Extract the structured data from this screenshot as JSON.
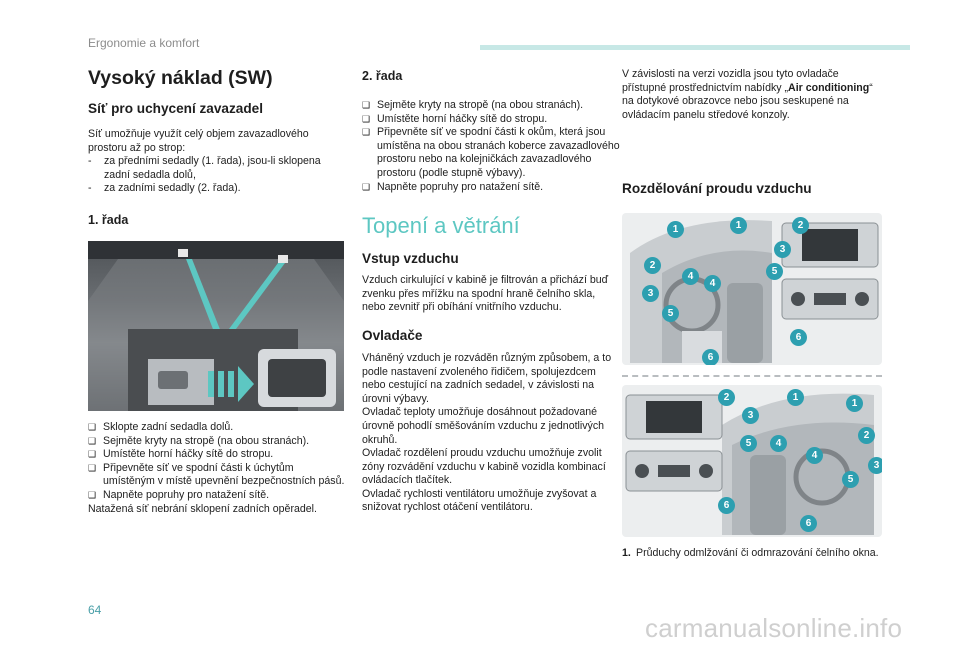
{
  "header": {
    "section": "Ergonomie a komfort"
  },
  "col1": {
    "title": "Vysoký náklad (SW)",
    "subtitle": "Síť pro uchycení zavazadel",
    "intro": "Síť umožňuje využít celý objem zavazadlového prostoru až po strop:",
    "dash_items": [
      "za předními sedadly (1. řada), jsou-li sklopena zadní sedadla dolů,",
      "za zadními sedadly (2. řada)."
    ],
    "row1_heading": "1. řada",
    "row1_steps": [
      "Sklopte zadní sedadla dolů.",
      "Sejměte kryty na stropě (na obou stranách).",
      "Umístěte horní háčky sítě do stropu.",
      "Připevněte síť ve spodní části k úchytům umístěným v místě upevnění bezpečnostních pásů.",
      "Napněte popruhy pro natažení sítě."
    ],
    "row1_note": "Natažená síť nebrání sklopení zadních opěradel."
  },
  "col2": {
    "row2_heading": "2. řada",
    "row2_steps": [
      "Sejměte kryty na stropě (na obou stranách).",
      "Umístěte horní háčky sítě do stropu.",
      "Připevněte síť ve spodní části k okům, která jsou umístěna na obou stranách koberce zavazadlového prostoru nebo na kolejničkách zavazadlového prostoru (podle stupně výbavy).",
      "Napněte popruhy pro natažení sítě."
    ],
    "section_title": "Topení a větrání",
    "air_intake_heading": "Vstup vzduchu",
    "air_intake_text": "Vzduch cirkulující v kabině je filtrován a přichází buď zvenku přes mřížku na spodní hraně čelního skla, nebo zevnitř při obíhání vnitřního vzduchu.",
    "controls_heading": "Ovladače",
    "controls_text": [
      "Vháněný vzduch je rozváděn různým způsobem, a to podle nastavení zvoleného řidičem, spolujezdcem nebo cestující na zadních sedadel, v závislosti na úrovni výbavy.",
      "Ovladač teploty umožňuje dosáhnout požadované úrovně pohodlí směšováním vzduchu z jednotlivých okruhů.",
      "Ovladač rozdělení proudu vzduchu umožňuje zvolit zóny rozvádění vzduchu v kabině vozidla kombinací ovládacích tlačítek.",
      "Ovladač rychlosti ventilátoru umožňuje zvyšovat a snižovat rychlost otáčení ventilátoru."
    ]
  },
  "col3": {
    "intro_before": "V závislosti na verzi vozidla jsou tyto ovladače přístupné prostřednictvím nabídky „",
    "intro_bold": "Air conditioning",
    "intro_after": "“ na dotykové obrazovce nebo jsou seskupené na ovládacím panelu středové konzoly.",
    "distribution_heading": "Rozdělování proudu vzduchu",
    "legend_number": "1.",
    "legend_text": "Průduchy odmlžování či odmrazování čelního okna."
  },
  "diagram1_callouts": [
    "1",
    "1",
    "2",
    "2",
    "3",
    "3",
    "4",
    "4",
    "5",
    "5",
    "6",
    "6"
  ],
  "diagram2_callouts": [
    "1",
    "1",
    "2",
    "2",
    "3",
    "3",
    "4",
    "4",
    "5",
    "5",
    "6",
    "6"
  ],
  "footer": {
    "page_number": "64",
    "watermark": "carmanualsonline.info"
  },
  "colors": {
    "accent_teal": "#5dc7c2",
    "callout": "#2d9fb0",
    "header_bar": "#c7e8e6"
  }
}
